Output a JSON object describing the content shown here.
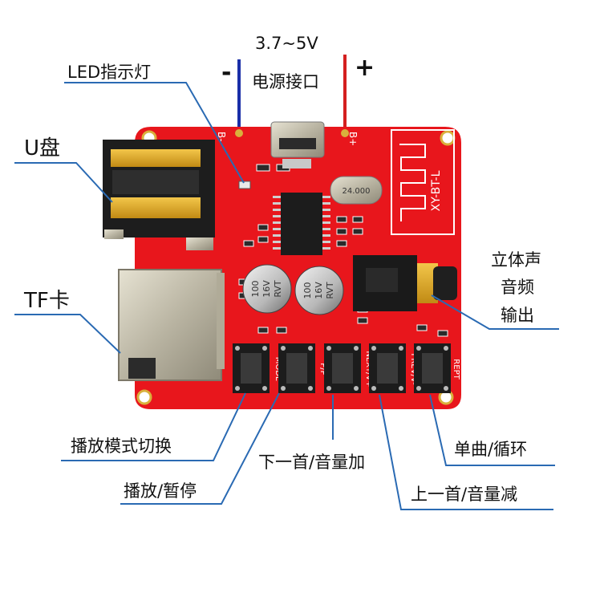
{
  "power": {
    "voltage": "3.7~5V",
    "label": "电源接口",
    "minus": "-",
    "plus": "+"
  },
  "labels": {
    "led": "LED指示灯",
    "usb": "U盘",
    "tf": "TF卡",
    "stereo_line1": "立体声",
    "stereo_line2": "音频",
    "stereo_line3": "输出",
    "mode_switch": "播放模式切换",
    "play_pause": "播放/暂停",
    "next_volup": "下一首/音量加",
    "prev_voldown": "上一首/音量减",
    "repeat": "单曲/循环"
  },
  "board": {
    "model": "XY-BT-L",
    "pin_minus": "B-",
    "pin_plus": "B+",
    "crystal": "24.000",
    "cap1_line1": "100",
    "cap1_line2": "16V",
    "cap1_line3": "RVT",
    "cap2_line1": "100",
    "cap2_line2": "16V",
    "cap2_line3": "RVT",
    "btn_mode": "MODE",
    "btn_pp": "P/P",
    "btn_next": "NEXT/V+",
    "btn_prev": "PREV/V-",
    "btn_rept": "REPT"
  },
  "colors": {
    "pcb": "#e8161c",
    "leader_line": "#2a6ab3",
    "wire_negative": "#1a2fa8",
    "wire_positive": "#d42020"
  }
}
